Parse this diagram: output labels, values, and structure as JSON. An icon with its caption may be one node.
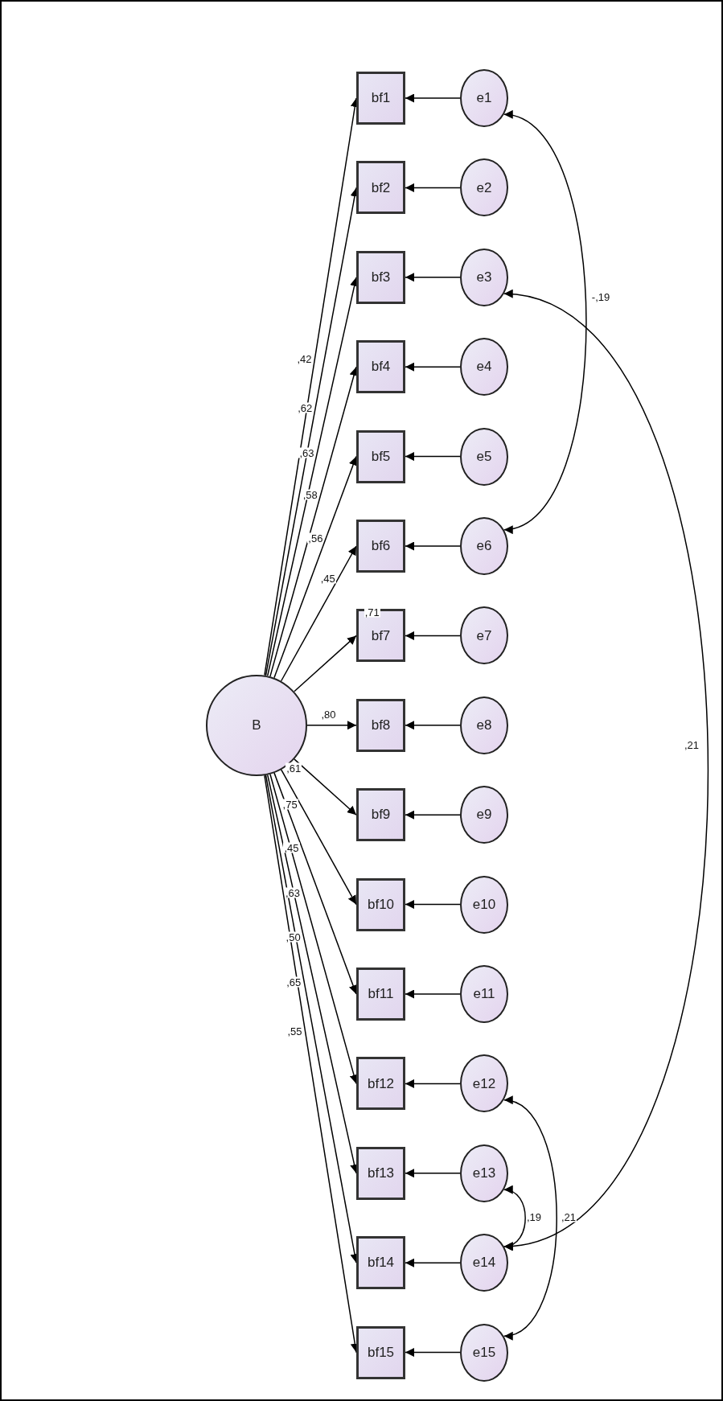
{
  "diagram": {
    "nodes": [
      {
        "text": [
          "B"
        ]
      },
      {
        "text": [
          "bf1"
        ]
      },
      {
        "text": [
          "bf2"
        ]
      },
      {
        "text": [
          "bf3"
        ]
      },
      {
        "text": [
          "bf4"
        ]
      },
      {
        "text": [
          "bf5"
        ]
      },
      {
        "text": [
          "bf6"
        ]
      },
      {
        "text": [
          "bf7"
        ]
      },
      {
        "text": [
          "bf8"
        ]
      },
      {
        "text": [
          "bf9"
        ]
      },
      {
        "text": [
          "bf10"
        ]
      },
      {
        "text": [
          "bf11"
        ]
      },
      {
        "text": [
          "bf12"
        ]
      },
      {
        "text": [
          "bf13"
        ]
      },
      {
        "text": [
          "bf14"
        ]
      },
      {
        "text": [
          "bf15"
        ]
      },
      {
        "text": [
          "e1"
        ]
      },
      {
        "text": [
          "e2"
        ]
      },
      {
        "text": [
          "e3"
        ]
      },
      {
        "text": [
          "e4"
        ]
      },
      {
        "text": [
          "e5"
        ]
      },
      {
        "text": [
          "e6"
        ]
      },
      {
        "text": [
          "e7"
        ]
      },
      {
        "text": [
          "e8"
        ]
      },
      {
        "text": [
          "e9"
        ]
      },
      {
        "text": [
          "e10"
        ]
      },
      {
        "text": [
          "e11"
        ]
      },
      {
        "text": [
          "e12"
        ]
      },
      {
        "text": [
          "e13"
        ]
      },
      {
        "text": [
          "e14"
        ]
      },
      {
        "text": [
          "e15"
        ]
      }
    ],
    "edges": [
      {
        "from": 0,
        "to": 1,
        "arrow": "to",
        "label": ",42"
      },
      {
        "from": 0,
        "to": 2,
        "arrow": "to",
        "label": ",62"
      },
      {
        "from": 0,
        "to": 3,
        "arrow": "to",
        "label": ",63"
      },
      {
        "from": 0,
        "to": 4,
        "arrow": "to",
        "label": ",58"
      },
      {
        "from": 0,
        "to": 5,
        "arrow": "to",
        "label": ",56"
      },
      {
        "from": 0,
        "to": 6,
        "arrow": "to",
        "label": ",45"
      },
      {
        "from": 0,
        "to": 7,
        "arrow": "to",
        "label": ",71"
      },
      {
        "from": 0,
        "to": 8,
        "arrow": "to",
        "label": ",80"
      },
      {
        "from": 0,
        "to": 9,
        "arrow": "to",
        "label": ",61"
      },
      {
        "from": 0,
        "to": 10,
        "arrow": "to",
        "label": ",75"
      },
      {
        "from": 0,
        "to": 11,
        "arrow": "to",
        "label": ",45"
      },
      {
        "from": 0,
        "to": 12,
        "arrow": "to",
        "label": ",63"
      },
      {
        "from": 0,
        "to": 13,
        "arrow": "to",
        "label": ",50"
      },
      {
        "from": 0,
        "to": 14,
        "arrow": "to",
        "label": ",65"
      },
      {
        "from": 0,
        "to": 15,
        "arrow": "to",
        "label": ",55"
      },
      {
        "from": 16,
        "to": 1,
        "arrow": "to"
      },
      {
        "from": 17,
        "to": 2,
        "arrow": "to"
      },
      {
        "from": 18,
        "to": 3,
        "arrow": "to"
      },
      {
        "from": 19,
        "to": 4,
        "arrow": "to"
      },
      {
        "from": 20,
        "to": 5,
        "arrow": "to"
      },
      {
        "from": 21,
        "to": 6,
        "arrow": "to"
      },
      {
        "from": 22,
        "to": 7,
        "arrow": "to"
      },
      {
        "from": 23,
        "to": 8,
        "arrow": "to"
      },
      {
        "from": 24,
        "to": 9,
        "arrow": "to"
      },
      {
        "from": 25,
        "to": 10,
        "arrow": "to"
      },
      {
        "from": 26,
        "to": 11,
        "arrow": "to"
      },
      {
        "from": 27,
        "to": 12,
        "arrow": "to"
      },
      {
        "from": 28,
        "to": 13,
        "arrow": "to"
      },
      {
        "from": 29,
        "to": 14,
        "arrow": "to"
      },
      {
        "from": 30,
        "to": 15,
        "arrow": "to"
      },
      {
        "from": 16,
        "to": 21,
        "arrow": "both",
        "label": "-,19"
      },
      {
        "from": 18,
        "to": 29,
        "arrow": "both",
        "label": ",21"
      },
      {
        "from": 28,
        "to": 29,
        "arrow": "both",
        "label": ",19"
      },
      {
        "from": 27,
        "to": 30,
        "arrow": "both",
        "label": ",21"
      }
    ]
  }
}
